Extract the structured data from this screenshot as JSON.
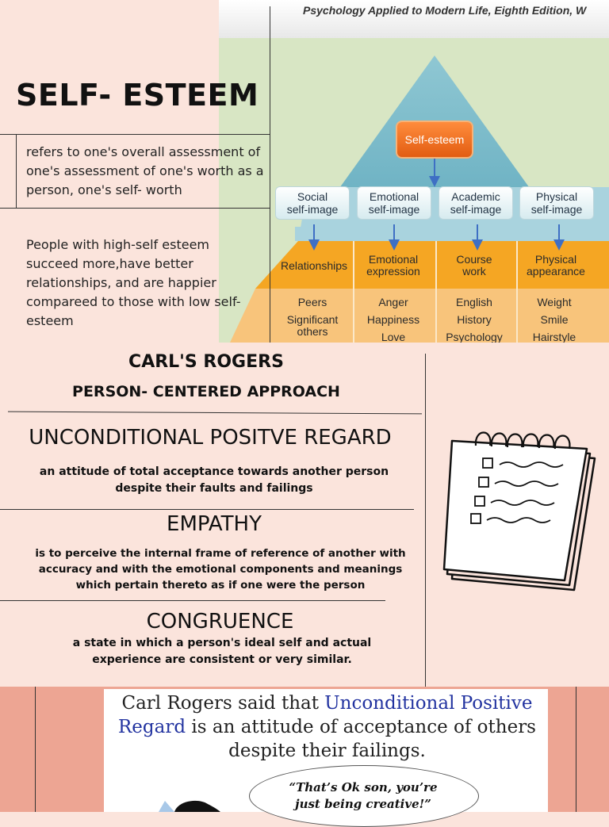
{
  "self_esteem": {
    "title": "SELF- ESTEEM",
    "definition": "refers to one's overall assessment of one's assessment of one's worth as a person, one's self- worth",
    "high_self_esteem": "People with high-self esteem succeed more,have better relationships, and are happier compareed to those with low self-esteem"
  },
  "figure": {
    "header": "Psychology Applied to Modern Life, Eighth Edition, W",
    "top": "Self-esteem",
    "columns": [
      {
        "self_image": "Social\nself-image",
        "outcome": "Relationships",
        "examples": [
          "Peers",
          "Significant\nothers"
        ]
      },
      {
        "self_image": "Emotional\nself-image",
        "outcome": "Emotional\nexpression",
        "examples": [
          "Anger",
          "Happiness",
          "Love"
        ]
      },
      {
        "self_image": "Academic\nself-image",
        "outcome": "Course\nwork",
        "examples": [
          "English",
          "History",
          "Psychology"
        ]
      },
      {
        "self_image": "Physical\nself-image",
        "outcome": "Physical\nappearance",
        "examples": [
          "Weight",
          "Smile",
          "Hairstyle"
        ]
      }
    ],
    "colors": {
      "apex": "#8cc3cf",
      "outcome_band": "#f5a623",
      "examples_band": "#f8c47b",
      "self_esteem_box": "#ef6c1c",
      "arrows": "#3e6fc4"
    }
  },
  "rogers": {
    "title": "CARL'S ROGERS",
    "subtitle": "PERSON- CENTERED APPROACH",
    "sections": [
      {
        "heading": "UNCONDITIONAL POSITVE REGARD",
        "body": "an attitude of total acceptance towards another person despite their faults and failings"
      },
      {
        "heading": "EMPATHY",
        "body": "is to perceive the internal frame of reference of another with accuracy and with the emotional components and meanings which pertain thereto as if one were the person"
      },
      {
        "heading": "CONGRUENCE",
        "body": "a state in which a person's ideal self and actual experience are consistent or very similar."
      }
    ],
    "icon": "notepad-checklist-icon"
  },
  "slide": {
    "text_prefix": "Carl Rogers said that",
    "text_highlight": "Unconditional Positive Regard",
    "text_suffix": "is an attitude of acceptance of others despite their failings.",
    "quote": "“That’s Ok son, you’re\njust being creative!”",
    "highlight_color": "#2233a0"
  }
}
